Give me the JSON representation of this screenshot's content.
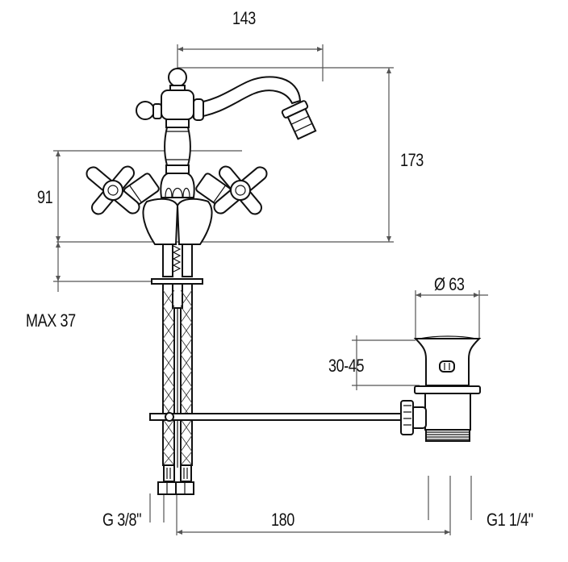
{
  "diagram": {
    "subject": "Bidet mixer tap with pop-up waste",
    "dimensions": {
      "spout_reach": "143",
      "total_height": "173",
      "body_height": "91",
      "max_deck_thickness": "MAX 37",
      "waste_diameter": "Ø 63",
      "waste_adjust_range": "30-45",
      "supply_thread": "G 3/8\"",
      "tap_to_waste_distance": "180",
      "waste_thread": "G1 1/4\""
    },
    "colors": {
      "line": "#111111",
      "dimension_line": "#555555",
      "background": "#ffffff"
    }
  }
}
